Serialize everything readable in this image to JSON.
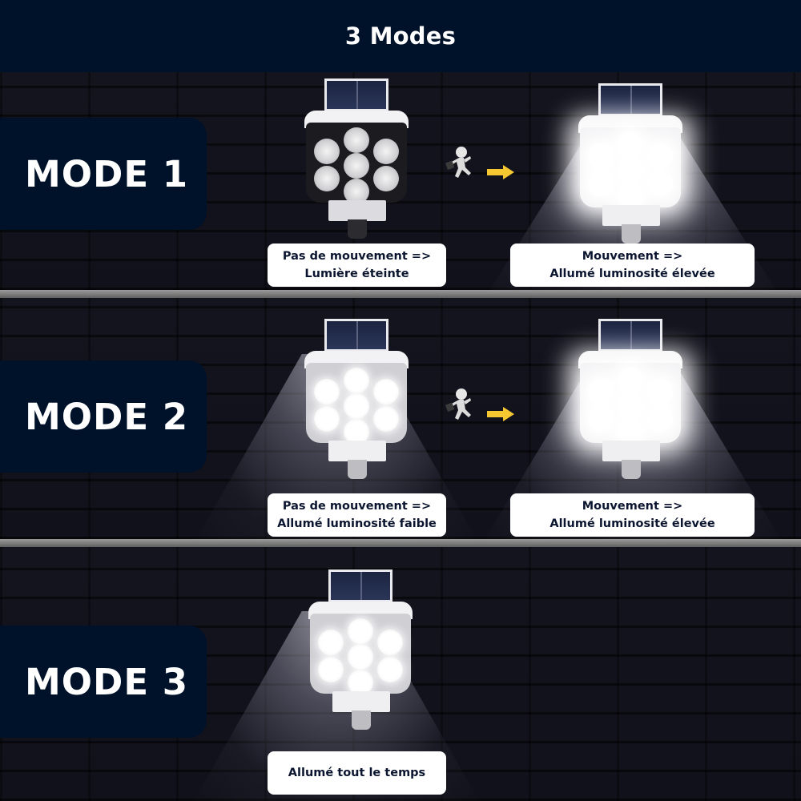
{
  "header": {
    "title": "3 Modes"
  },
  "colors": {
    "navy": "#00112a",
    "divider": "#8a8a8a",
    "arrow": "#f5c832",
    "caption_bg": "#ffffff",
    "caption_text": "#0b1530"
  },
  "icons": {
    "motion": "running-person-icon",
    "transition": "arrow-right-icon"
  },
  "modes": [
    {
      "label": "MODE 1",
      "captions": [
        {
          "line1": "Pas de mouvement =>",
          "line2": "Lumière éteinte"
        },
        {
          "line1": "Mouvement =>",
          "line2": "Allumé luminosité élevée"
        }
      ]
    },
    {
      "label": "MODE 2",
      "captions": [
        {
          "line1": "Pas de mouvement =>",
          "line2": "Allumé luminosité faible"
        },
        {
          "line1": "Mouvement =>",
          "line2": "Allumé luminosité élevée"
        }
      ]
    },
    {
      "label": "MODE 3",
      "captions": [
        {
          "line1": "Allumé tout le temps"
        }
      ]
    }
  ]
}
